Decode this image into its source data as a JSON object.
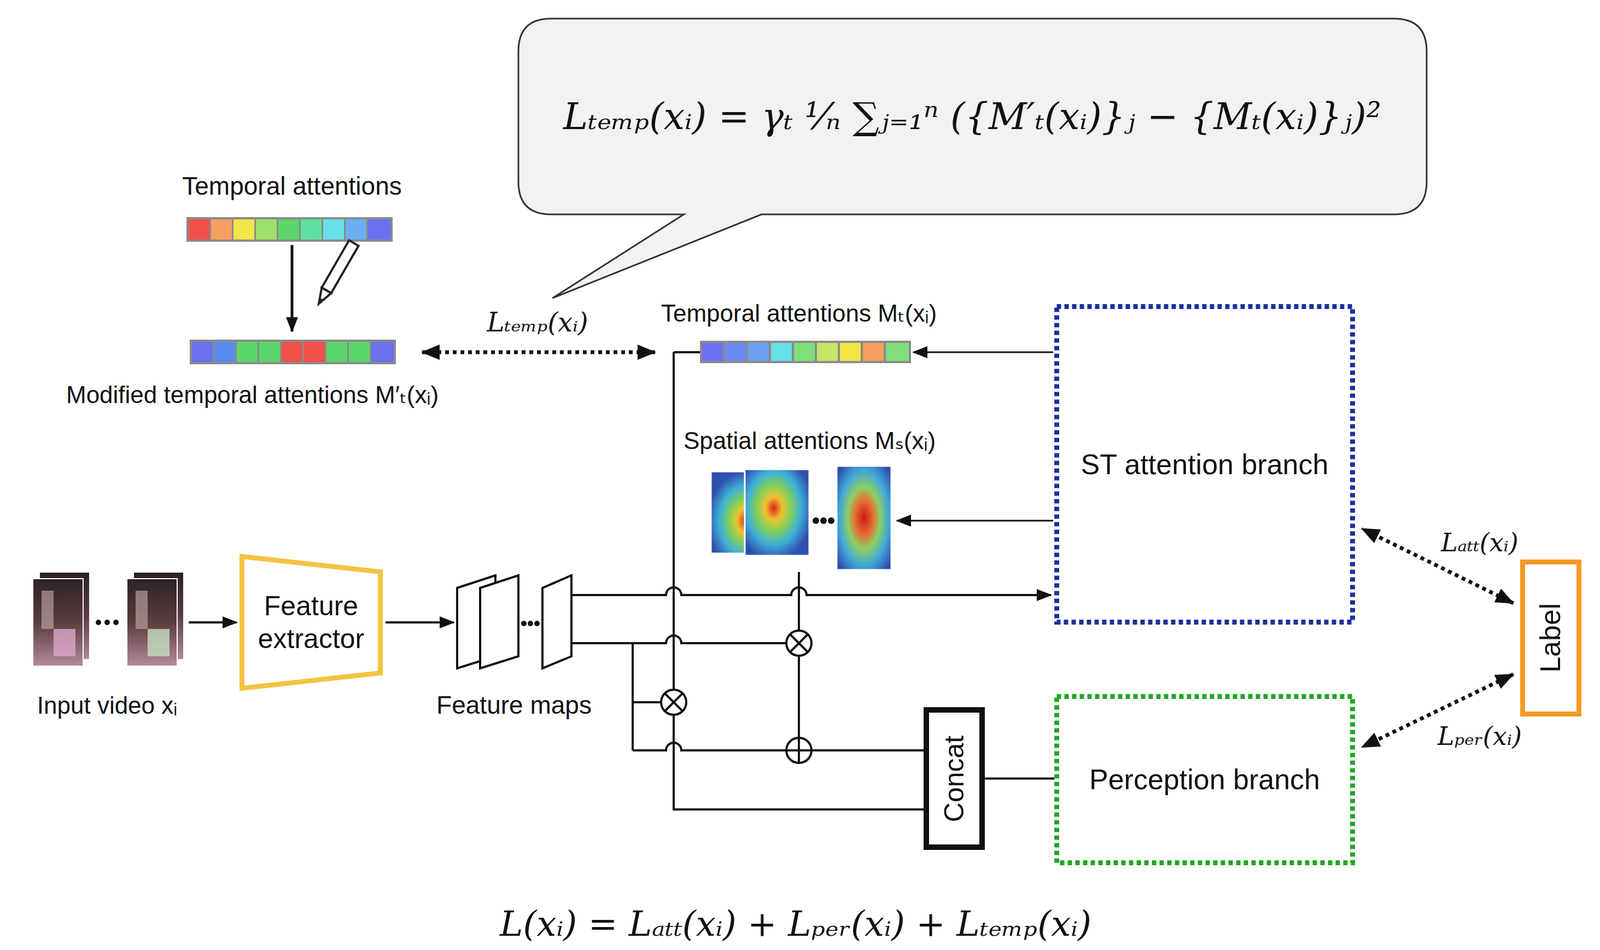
{
  "diagram": {
    "nodes": [
      {
        "text": [
          "Lₜₑₘₚ(xᵢ) = γₜ ¹⁄ₙ ∑ⱼ₌₁ⁿ ({M′ₜ(xᵢ)}ⱼ − {Mₜ(xᵢ)}ⱼ)²"
        ]
      },
      {
        "text": [
          "ST attention branch"
        ]
      },
      {
        "text": [
          "Feature extractor"
        ]
      },
      {
        "text": [
          "Label"
        ]
      },
      {
        "text": [
          "Concat"
        ]
      },
      {
        "text": [
          "Perception branch"
        ]
      }
    ],
    "edges": [
      {
        "from": 3,
        "to": 1,
        "arrow": "both",
        "label": "Lₐₜₜ(xᵢ)"
      },
      {
        "from": 3,
        "to": 5,
        "arrow": "both",
        "label": "Lₚₑᵣ(xᵢ)"
      },
      {
        "from": 4,
        "to": 5,
        "arrow": "none"
      }
    ],
    "labels": [
      "Temporal attentions",
      "Lₜₑₘₚ(xᵢ)",
      "Modified temporal attentions M′ₜ(xᵢ)",
      "Temporal attentions Mₜ(xᵢ)",
      "Spatial attentions Mₛ(xᵢ)",
      "Input video xᵢ",
      "Feature maps",
      "L(xᵢ) = Lₐₜₜ(xᵢ) + Lₚₑᵣ(xᵢ) + Lₜₑₘₚ(xᵢ)"
    ]
  }
}
